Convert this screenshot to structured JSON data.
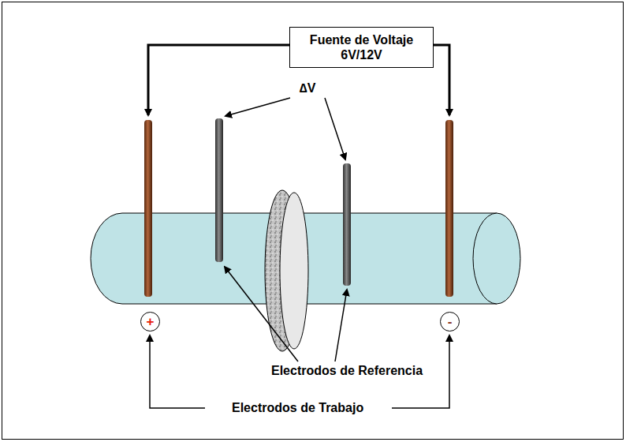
{
  "diagram": {
    "nodes": [
      {
        "text": [
          "Fuente de Voltaje 6V/12V"
        ]
      },
      {
        "text": [
          "+"
        ]
      },
      {
        "text": [
          "-"
        ]
      }
    ],
    "labels": [
      "∆V",
      "Electrodos de Referencia",
      "Electrodos de Trabajo"
    ]
  }
}
